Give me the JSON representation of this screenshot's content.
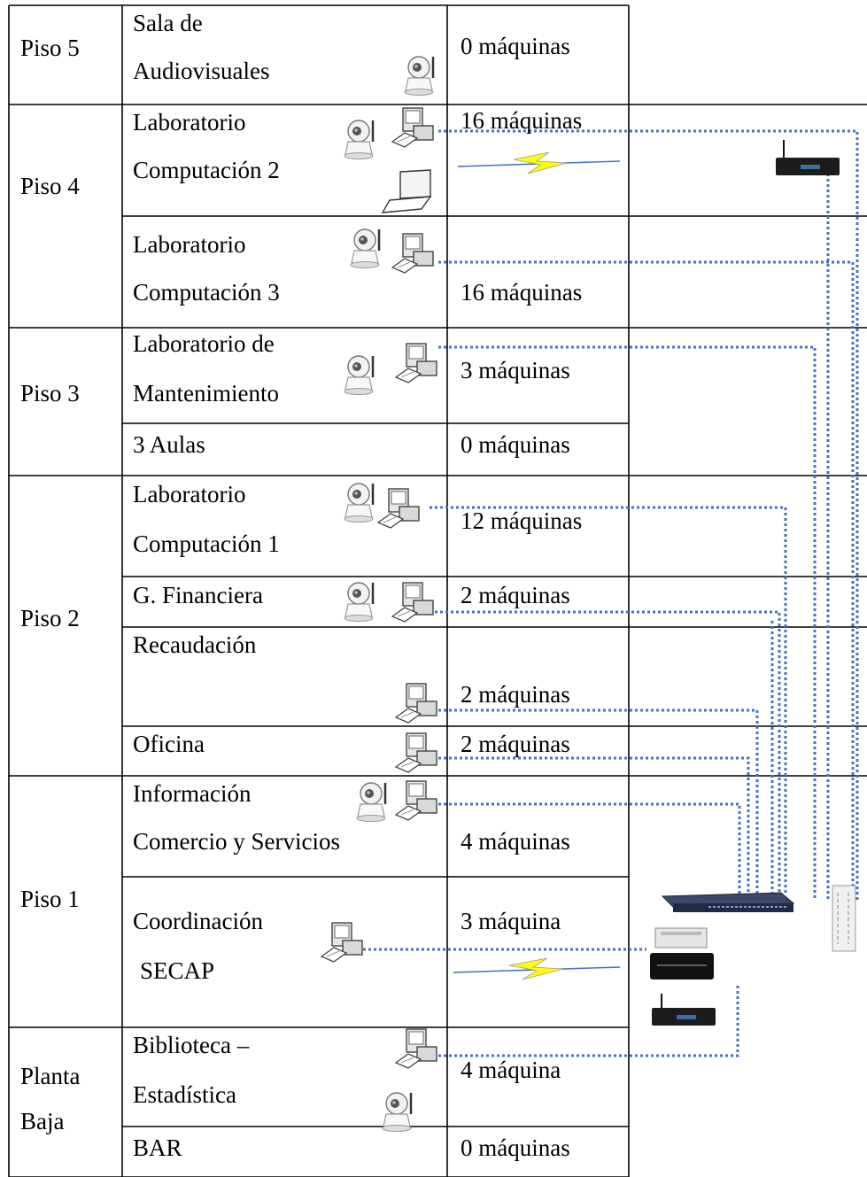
{
  "floors": {
    "piso5": "Piso 5",
    "piso4": "Piso 4",
    "piso3": "Piso 3",
    "piso2": "Piso 2",
    "piso1": "Piso 1",
    "planta_baja_1": "Planta",
    "planta_baja_2": "Baja"
  },
  "rooms": {
    "sala_audiovisuales_1": "Sala de",
    "sala_audiovisuales_2": "Audiovisuales",
    "lab_comp2_1": "Laboratorio",
    "lab_comp2_2": "Computación 2",
    "lab_comp3_1": "Laboratorio",
    "lab_comp3_2": "Computación  3",
    "lab_mant_1": "Laboratorio de",
    "lab_mant_2": "Mantenimiento",
    "aulas": "3 Aulas",
    "lab_comp1_1": "Laboratorio",
    "lab_comp1_2": "Computación 1",
    "financiera": "G. Financiera",
    "recaudacion": "Recaudación",
    "oficina": "Oficina",
    "informacion_1": "Información",
    "informacion_2": "Comercio y Servicios",
    "coordinacion_1": "Coordinación",
    "coordinacion_2": "SECAP",
    "biblioteca_1": "Biblioteca –",
    "biblioteca_2": "Estadística",
    "bar": "BAR"
  },
  "machines": {
    "sala_audiovisuales": "0 máquinas",
    "lab_comp2": "16 máquinas",
    "lab_comp3": "16  máquinas",
    "lab_mant": "3 máquinas",
    "aulas": "0 máquinas",
    "lab_comp1": "12 máquinas",
    "financiera": "2 máquinas",
    "recaudacion": "2 máquinas",
    "oficina": "2 máquinas",
    "informacion": "4 máquinas",
    "coordinacion": "3 máquina",
    "biblioteca": "4 máquina",
    "bar": "0 máquinas"
  },
  "colors": {
    "link": "#4472C4",
    "wireless": "#FFFF00"
  }
}
